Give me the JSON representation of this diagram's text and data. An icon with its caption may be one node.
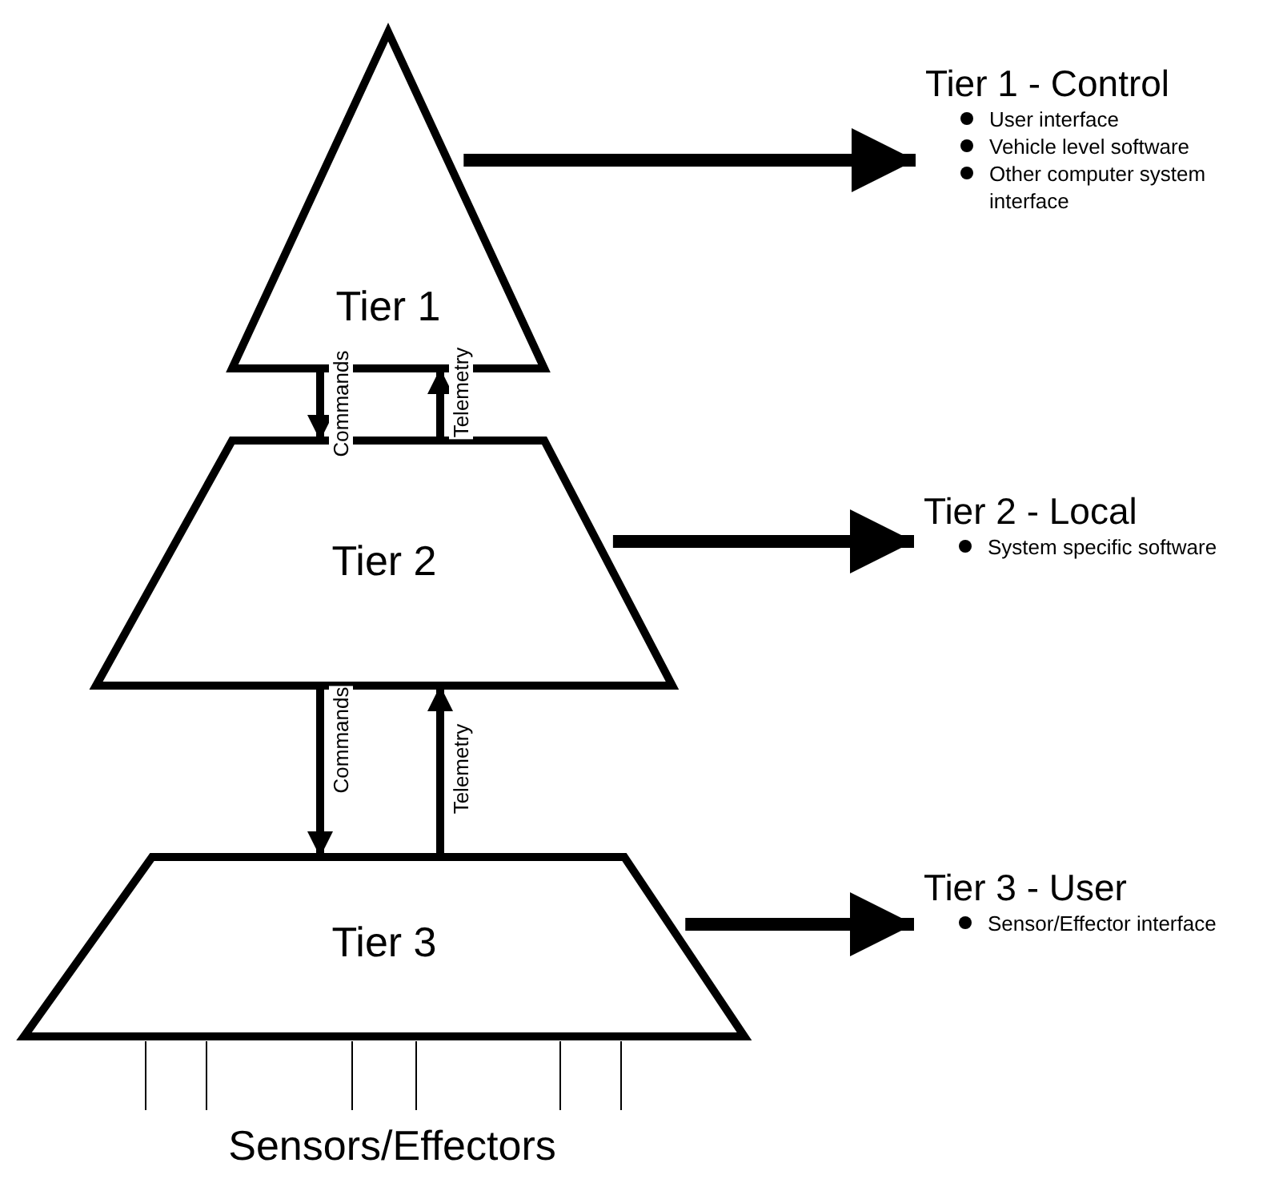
{
  "diagram": {
    "nodes": [
      {
        "text": [
          "Tier 1"
        ]
      },
      {
        "text": [
          "Tier 1 - Control",
          "User interface",
          "Vehicle level software",
          "Other computer system interface"
        ]
      },
      {
        "text": [
          "Tier 2"
        ]
      },
      {
        "text": [
          "Tier 2 - Local",
          "System specific software"
        ]
      },
      {
        "text": [
          "Tier 3"
        ]
      },
      {
        "text": [
          "Tier 3 - User",
          "Sensor/Effector interface"
        ]
      }
    ],
    "edges": [
      {
        "from": 0,
        "to": 1,
        "arrow": "to"
      },
      {
        "from": 0,
        "to": 2,
        "arrow": "to",
        "label": "Commands"
      },
      {
        "from": 2,
        "to": 0,
        "arrow": "to",
        "label": "Telemetry"
      },
      {
        "from": 2,
        "to": 3,
        "arrow": "to"
      },
      {
        "from": 2,
        "to": 4,
        "arrow": "to",
        "label": "Commands"
      },
      {
        "from": 4,
        "to": 2,
        "arrow": "to",
        "label": "Telemetry"
      },
      {
        "from": 4,
        "to": 5,
        "arrow": "to"
      }
    ],
    "labels": [
      "Sensors/Effectors"
    ]
  }
}
